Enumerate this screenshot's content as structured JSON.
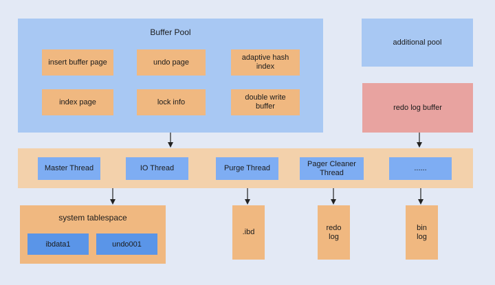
{
  "buffer_pool": {
    "title": "Buffer Pool",
    "pages": {
      "insert_buffer_page": "insert buffer page",
      "undo_page": "undo page",
      "adaptive_hash_index": "adaptive hash index",
      "index_page": "index page",
      "lock_info": "lock info",
      "double_write_buffer": "double write buffer"
    }
  },
  "additional_pool": "additional pool",
  "redo_log_buffer": "redo log buffer",
  "threads": {
    "master": "Master Thread",
    "io": "IO Thread",
    "purge": "Purge Thread",
    "pager_cleaner": "Pager Cleaner Thread",
    "more": "......"
  },
  "system_tablespace": {
    "title": "system tablespace",
    "ibdata1": "ibdata1",
    "undo001": "undo001"
  },
  "files": {
    "ibd": ".ibd",
    "redo_log": "redo log",
    "bin_log": "bin log"
  },
  "colors": {
    "background": "#e3e9f5",
    "memory_area": "#a8c8f3",
    "page": "#f0b880",
    "redo_buffer": "#e8a3a0",
    "thread_strip": "#f3d1ab",
    "thread": "#7eadf3",
    "data_file": "#5a95e8"
  }
}
